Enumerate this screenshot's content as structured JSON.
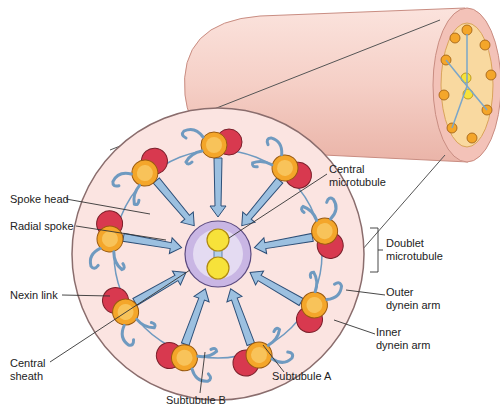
{
  "diagram": {
    "labels": [
      "Central microtubule",
      "Spoke head",
      "Doublet microtubule",
      "Radial spoke",
      "Outer dynein arm",
      "Inner dynein arm",
      "Nexin link",
      "Central sheath",
      "Subtubule A",
      "Subtubule B"
    ]
  }
}
